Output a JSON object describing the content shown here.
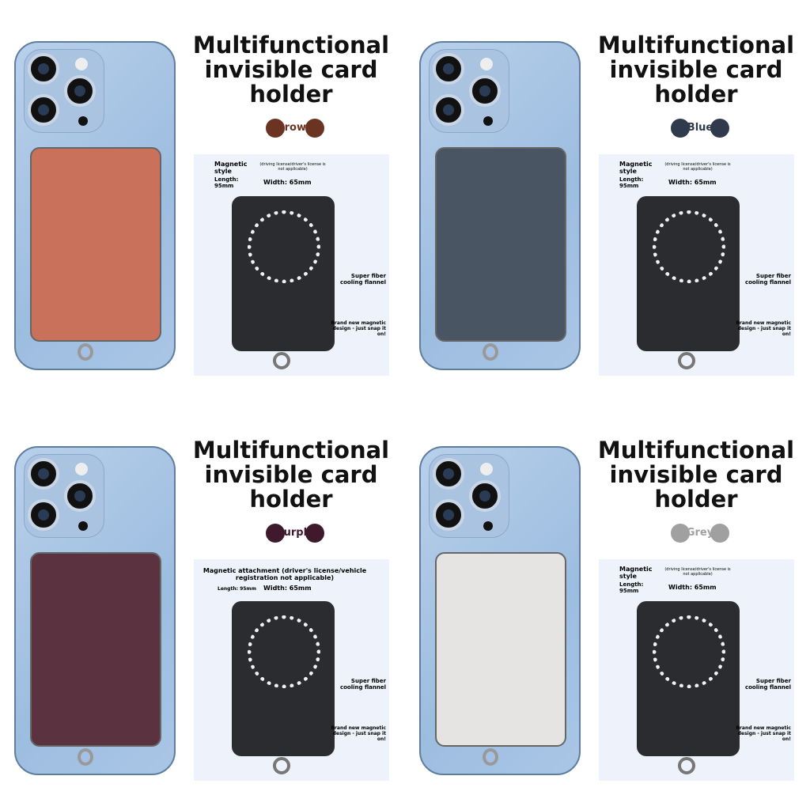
{
  "panels": [
    {
      "title": "Multifunctional invisible card holder",
      "color_label": "Brown",
      "color": "#c9715a",
      "swatch": "#6b3422",
      "spec_a": "Magnetic style",
      "spec_b": "(driving license/driver's license is not applicable)",
      "length": "Length: 95mm",
      "width": "Width: 65mm",
      "feature_1": "Super fiber cooling flannel",
      "feature_2": "Brand new magnetic design - just snap it on!"
    },
    {
      "title": "Multifunctional invisible card holder",
      "color_label": "Blue",
      "color": "#4a5563",
      "swatch": "#2f3a4c",
      "spec_a": "Magnetic style",
      "spec_b": "(driving license/driver's license is not applicable)",
      "length": "Length: 95mm",
      "width": "Width: 65mm",
      "feature_1": "Super fiber cooling flannel",
      "feature_2": "Brand new magnetic design - just snap it on!"
    },
    {
      "title": "Multifunctional invisible card holder",
      "color_label": "Purple",
      "color": "#5a3240",
      "swatch": "#3e1a2c",
      "spec_a": "Magnetic attachment (driver's license/vehicle registration not applicable)",
      "spec_b": "",
      "length": "Length: 95mm",
      "width": "Width: 65mm",
      "feature_1": "Super fiber cooling flannel",
      "feature_2": "Brand new magnetic design - just snap it on!"
    },
    {
      "title": "Multifunctional invisible card holder",
      "color_label": "Grey",
      "color": "#e6e4e2",
      "swatch": "#a0a0a0",
      "spec_a": "Magnetic style",
      "spec_b": "(driving license/driver's license is not applicable)",
      "length": "Length: 95mm",
      "width": "Width: 65mm",
      "feature_1": "Super fiber cooling flannel",
      "feature_2": "Brand new magnetic design - just snap it on!"
    }
  ]
}
